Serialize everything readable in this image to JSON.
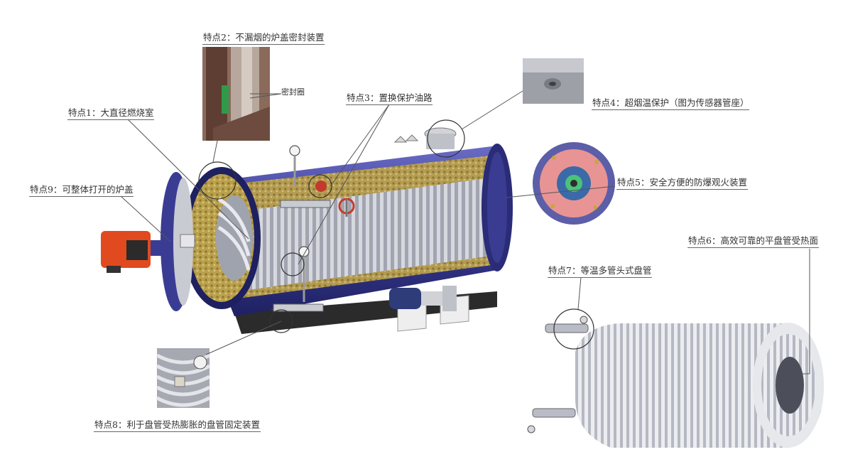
{
  "labels": {
    "f1": "特点1：大直径燃烧室",
    "f2": "特点2：不漏烟的炉盖密封装置",
    "f3": "特点3：置换保护油路",
    "f4": "特点4：超烟温保护（图为传感器管座）",
    "f5": "特点5：安全方便的防爆观火装置",
    "f6": "特点6：高效可靠的平盘管受热面",
    "f7": "特点7：等温多管头式盘管",
    "f8": "特点8：利于盘管受热膨胀的盘管固定装置",
    "f9": "特点9：可整体打开的炉盖",
    "seal": "密封圈"
  },
  "colors": {
    "shell": "#3d3f9a",
    "shell_dark": "#23256b",
    "coil": "#c9ccd6",
    "insulation": "#b59a4a",
    "burner": "#e04a1e",
    "flange_pink": "#e58c8c",
    "base": "#2a2a2a"
  },
  "icons": [
    "burner-icon",
    "valve-icon",
    "pressure-gauge-icon",
    "pump-icon"
  ]
}
